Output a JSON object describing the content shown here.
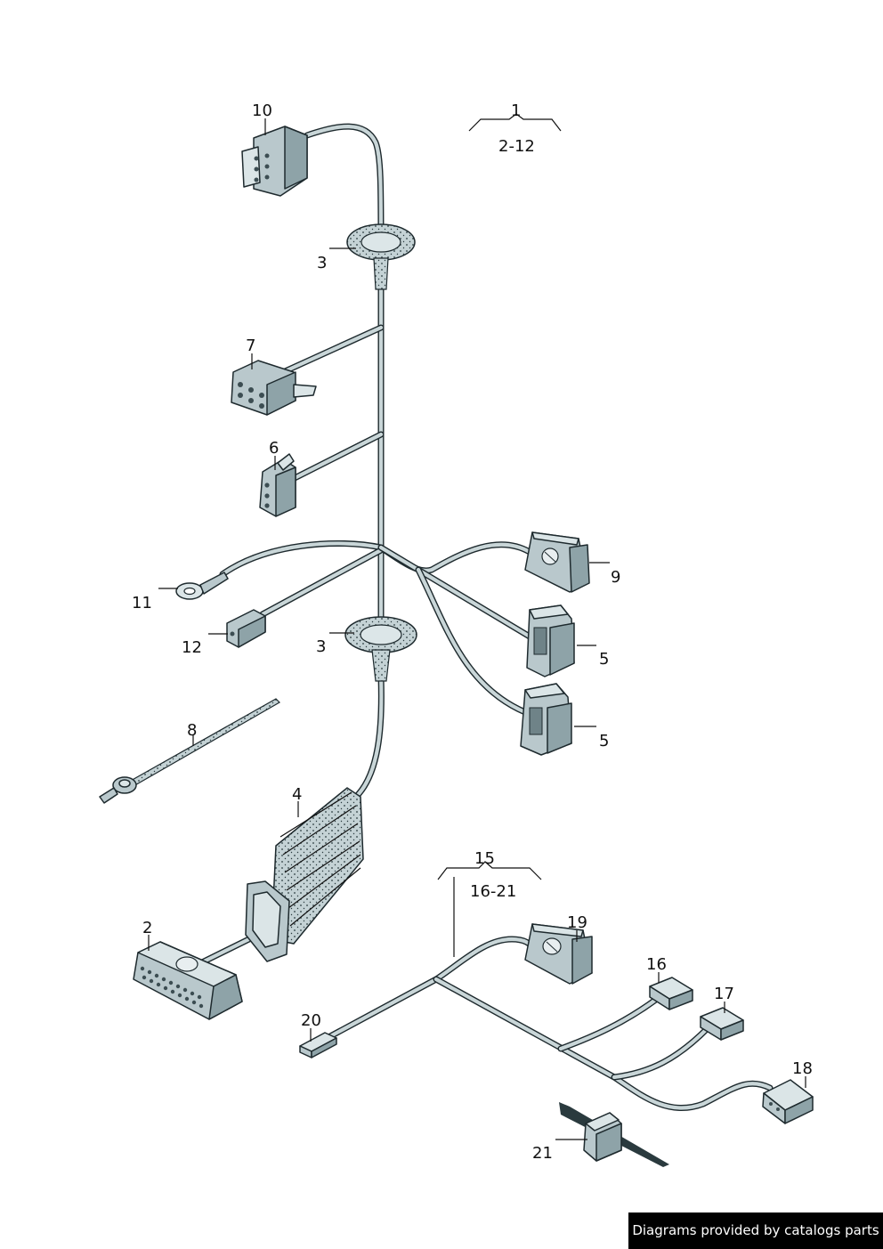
{
  "labels": {
    "l1": "1",
    "l1_range": "2-12",
    "l2": "2",
    "l3a": "3",
    "l3b": "3",
    "l4": "4",
    "l5a": "5",
    "l5b": "5",
    "l6": "6",
    "l7": "7",
    "l8": "8",
    "l9": "9",
    "l10": "10",
    "l11": "11",
    "l12": "12",
    "l15": "15",
    "l15_range": "16-21",
    "l16": "16",
    "l17": "17",
    "l18": "18",
    "l19": "19",
    "l20": "20",
    "l21": "21"
  },
  "footer": {
    "text": "Diagrams provided by catalogs parts"
  }
}
